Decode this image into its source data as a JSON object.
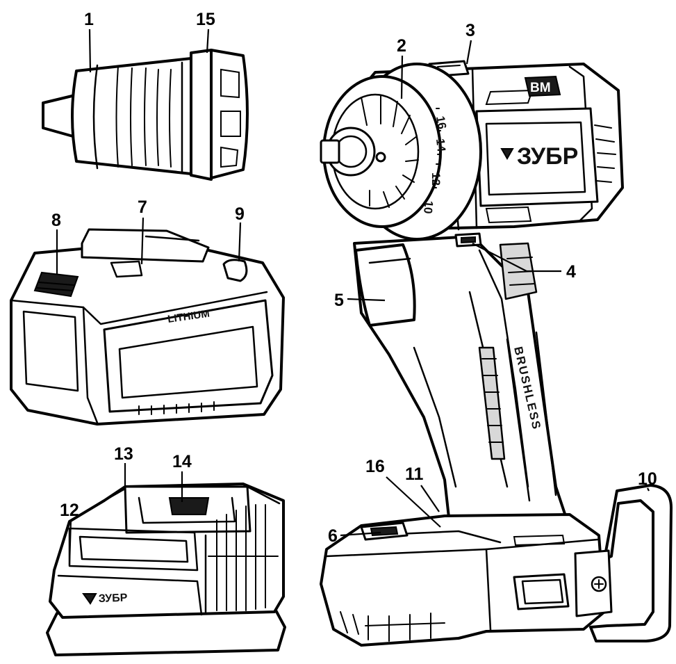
{
  "callouts": {
    "n1": "1",
    "n2": "2",
    "n3": "3",
    "n4": "4",
    "n5": "5",
    "n6": "6",
    "n7": "7",
    "n8": "8",
    "n9": "9",
    "n10": "10",
    "n11": "11",
    "n12": "12",
    "n13": "13",
    "n14": "14",
    "n15": "15",
    "n16": "16"
  },
  "drill": {
    "brand": "ЗУБР",
    "badge": "BM",
    "side_text": "BRUSHLESS",
    "torque_scale": [
      "16",
      "14",
      "12",
      "10"
    ]
  },
  "battery": {
    "label": "LITHIUM"
  },
  "charger": {
    "brand": "ЗУБР"
  }
}
